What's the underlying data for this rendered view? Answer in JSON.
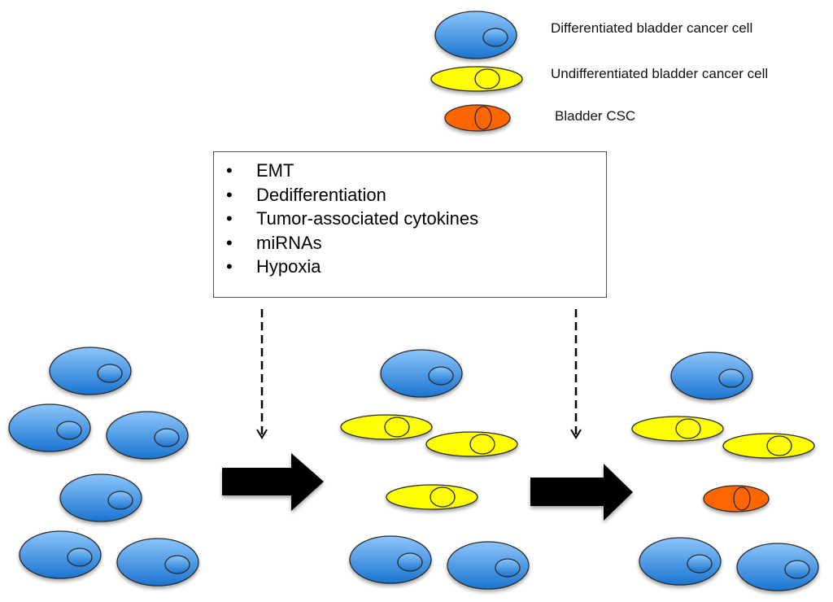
{
  "legend": {
    "items": [
      {
        "type": "differentiated",
        "label": "Differentiated bladder cancer cell"
      },
      {
        "type": "undifferentiated",
        "label": "Undifferentiated bladder cancer cell"
      },
      {
        "type": "csc",
        "label": "Bladder CSC"
      }
    ]
  },
  "factors": {
    "bullet": "•",
    "items": [
      "EMT",
      "Dedifferentiation",
      "Tumor-associated cytokines",
      "miRNAs",
      "Hypoxia"
    ]
  },
  "colors": {
    "differentiated_light": "#8cc4fa",
    "differentiated_dark": "#1a74d0",
    "undifferentiated": "#ffff00",
    "csc": "#ff6600",
    "outline": "#2a2a2a",
    "arrow": "#000000"
  },
  "stages": [
    {
      "name": "stage-1",
      "cells": [
        "differentiated",
        "differentiated",
        "differentiated",
        "differentiated",
        "differentiated",
        "differentiated"
      ]
    },
    {
      "name": "stage-2",
      "cells": [
        "differentiated",
        "undifferentiated",
        "undifferentiated",
        "undifferentiated",
        "differentiated",
        "differentiated"
      ]
    },
    {
      "name": "stage-3",
      "cells": [
        "differentiated",
        "undifferentiated",
        "undifferentiated",
        "csc",
        "differentiated",
        "differentiated"
      ]
    }
  ]
}
